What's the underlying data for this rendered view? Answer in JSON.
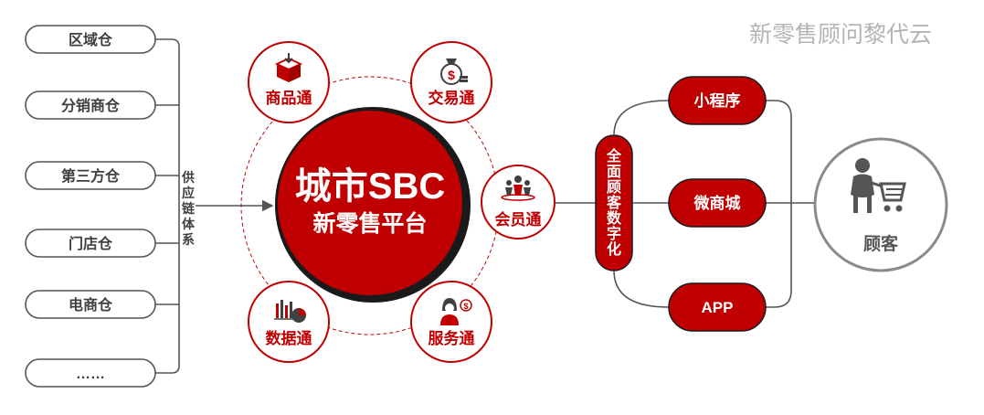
{
  "watermark": "新零售顾问黎代云",
  "warehouses": [
    "区域仓",
    "分销商仓",
    "第三方仓",
    "门店仓",
    "电商仓",
    "……"
  ],
  "supply_chain_label": "供应链体系",
  "center": {
    "title": "城市SBC",
    "subtitle": "新零售平台"
  },
  "modules": [
    {
      "label": "商品通",
      "icon": "product-box-icon"
    },
    {
      "label": "交易通",
      "icon": "money-bag-icon"
    },
    {
      "label": "会员通",
      "icon": "members-icon"
    },
    {
      "label": "数据通",
      "icon": "data-chart-icon"
    },
    {
      "label": "服务通",
      "icon": "service-agent-icon"
    }
  ],
  "digital_label": "全面顾客数字化",
  "channels": [
    "小程序",
    "微商城",
    "APP"
  ],
  "customer": {
    "label": "顾客",
    "icon": "shopper-cart-icon"
  },
  "colors": {
    "primary_red": "#c00000",
    "dark_red": "#a30000",
    "gray": "#555555",
    "outline": "#8a8a8a"
  }
}
